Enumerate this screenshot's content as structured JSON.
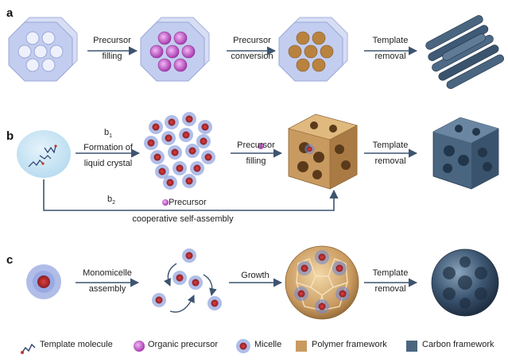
{
  "panels": {
    "a": "a",
    "b": "b",
    "c": "c"
  },
  "row_a": {
    "step1": [
      "Precursor",
      "filling"
    ],
    "step2": [
      "Precursor",
      "conversion"
    ],
    "step3": [
      "Template",
      "removal"
    ]
  },
  "row_b": {
    "b1_tag": "b",
    "b1_sub": "1",
    "b1_text": [
      "Formation of",
      "liquid crystal"
    ],
    "step2": [
      "Precursor",
      "filling"
    ],
    "step3": [
      "Template",
      "removal"
    ],
    "b2_tag": "b",
    "b2_sub": "2",
    "b2_precursor": "Precursor",
    "b2_text": "cooperative self-assembly"
  },
  "row_c": {
    "step1": [
      "Monomicelle",
      "assembly"
    ],
    "step2": "Growth",
    "step3": [
      "Template",
      "removal"
    ]
  },
  "legend": {
    "template_molecule": "Template molecule",
    "organic_precursor": "Organic precursor",
    "micelle": "Micelle",
    "polymer_framework": "Polymer framework",
    "carbon_framework": "Carbon framework"
  },
  "colors": {
    "arrow": "#3d5470",
    "template": "#c9d3ef",
    "precursor_fill": "#c64fc7",
    "polymer": "#c99a60",
    "carbon": "#4a6580",
    "micelle_core": "#b3282d",
    "micelle_shell": "#5d7bd0",
    "lc_bubble": "#cfe8f7"
  }
}
